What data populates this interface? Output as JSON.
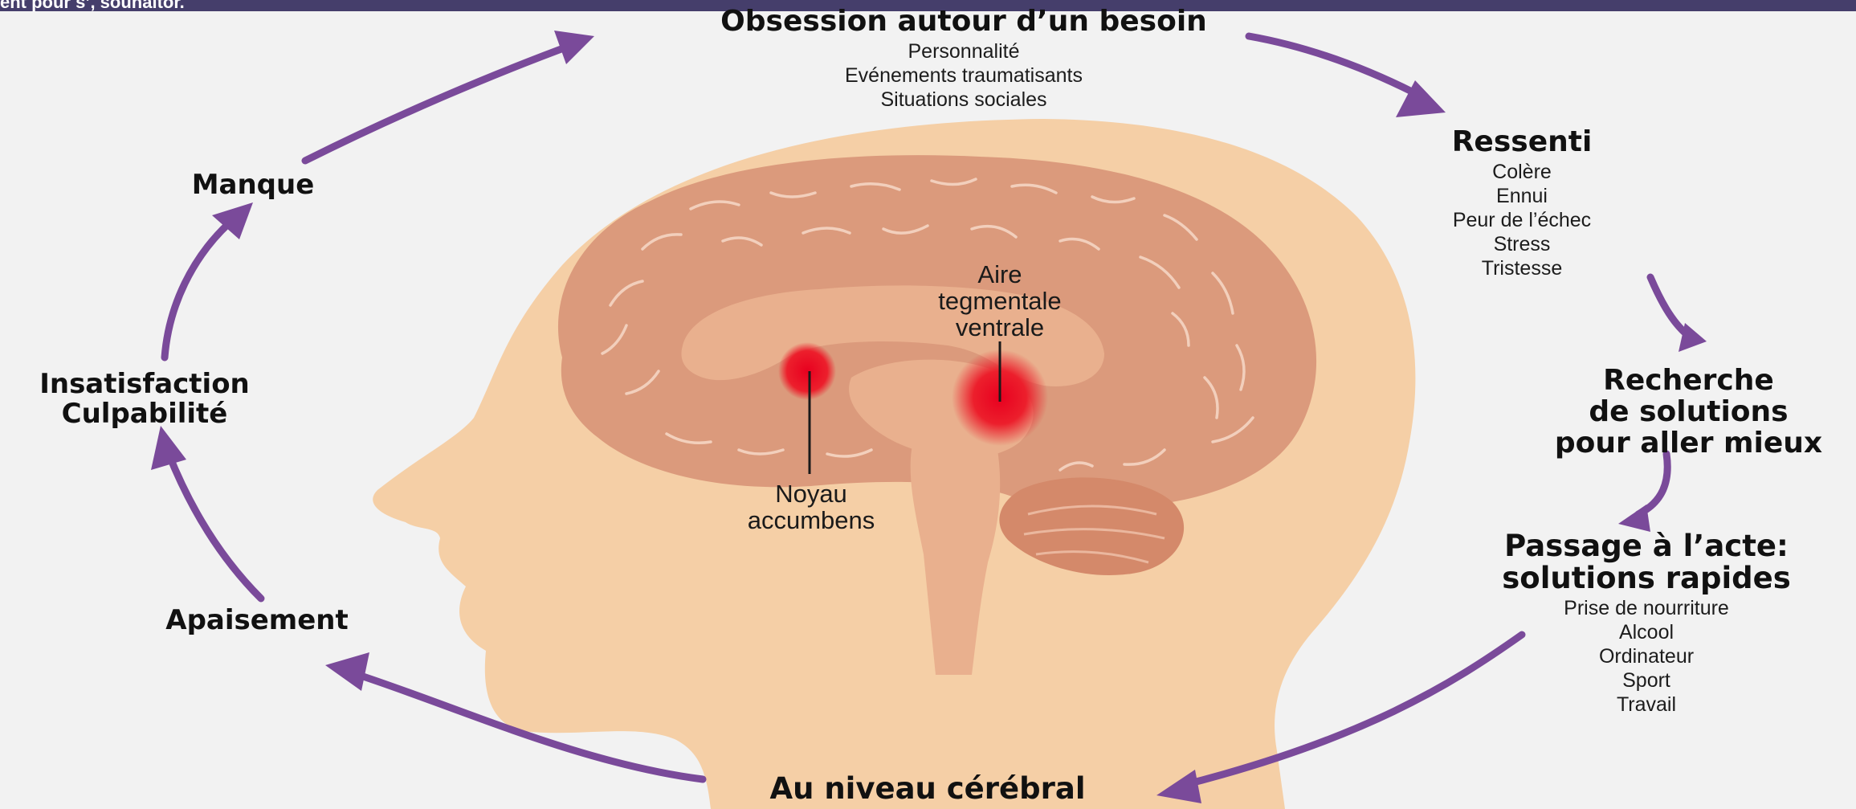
{
  "header": {
    "partial_text": "ent pour s’, souhaitor."
  },
  "colors": {
    "arrow": "#7a4a9a",
    "skin": "#f5cfa6",
    "brain": "#db9a7c",
    "brain_inner": "#e9b08e",
    "hot_spot": "#e8001f",
    "top_bar": "#453e6b"
  },
  "cycle": {
    "obsession": {
      "title": "Obsession autour d’un besoin",
      "items": [
        "Personnalité",
        "Evénements traumatisants",
        "Situations sociales"
      ]
    },
    "ressenti": {
      "title": "Ressenti",
      "items": [
        "Colère",
        "Ennui",
        "Peur de l’échec",
        "Stress",
        "Tristesse"
      ]
    },
    "recherche": {
      "title_lines": [
        "Recherche",
        "de solutions",
        "pour aller mieux"
      ]
    },
    "passage": {
      "title_lines": [
        "Passage à l’acte:",
        "solutions rapides"
      ],
      "items": [
        "Prise de nourriture",
        "Alcool",
        "Ordinateur",
        "Sport",
        "Travail"
      ]
    },
    "cerebral": {
      "title": "Au niveau cérébral"
    },
    "apaisement": {
      "title": "Apaisement"
    },
    "insatisfaction": {
      "title_lines": [
        "Insatisfaction",
        "Culpabilité"
      ]
    },
    "manque": {
      "title": "Manque"
    }
  },
  "brain_labels": {
    "vta_lines": [
      "Aire",
      "tegmentale",
      "ventrale"
    ],
    "accumbens_lines": [
      "Noyau",
      "accumbens"
    ]
  }
}
